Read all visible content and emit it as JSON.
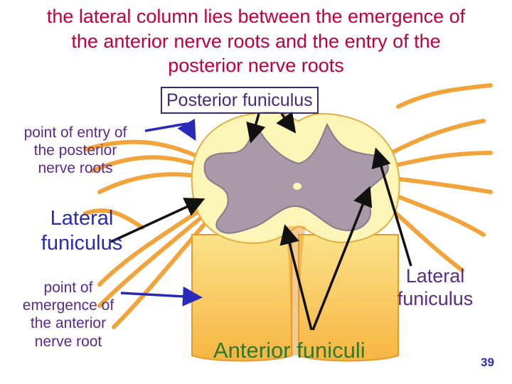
{
  "title": {
    "line1": "the lateral column lies between the emergence of",
    "line2": "the anterior nerve roots and the entry of the",
    "line3": "posterior nerve roots"
  },
  "labels": {
    "posterior_funiculus": "Posterior funiculus",
    "entry_line1": "point of entry of",
    "entry_line2": "the posterior",
    "entry_line3": "nerve roots",
    "lateral_left_line1": "Lateral",
    "lateral_left_line2": "funiculus",
    "emergence_line1": "point of",
    "emergence_line2": "emergence of",
    "emergence_line3": "the anterior",
    "emergence_line4": "nerve root",
    "lateral_right_line1": "Lateral",
    "lateral_right_line2": "funiculus",
    "anterior_funiculi": "Anterior funiculi"
  },
  "page_number": "39",
  "colors": {
    "title": "#c0003c",
    "arrow_black": "#111111",
    "arrow_blue": "#2a2ab8",
    "nerve_orange": "#f5a623",
    "white_matter": "#fbf5b8",
    "gray_matter": "#a89aa8"
  }
}
